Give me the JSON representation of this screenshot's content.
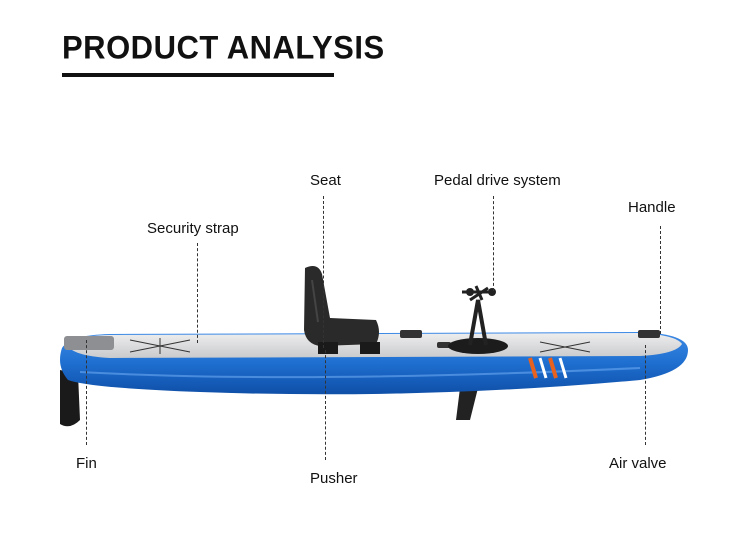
{
  "title": "PRODUCT ANALYSIS",
  "labels": {
    "seat": "Seat",
    "pedal_drive_system": "Pedal drive system",
    "security_strap": "Security strap",
    "handle": "Handle",
    "fin": "Fin",
    "pusher": "Pusher",
    "air_valve": "Air valve"
  },
  "colors": {
    "hull_blue": "#1e6fd0",
    "deck_grey": "#d9dadb",
    "stripe_orange": "#e8621f",
    "title_black": "#111111"
  }
}
